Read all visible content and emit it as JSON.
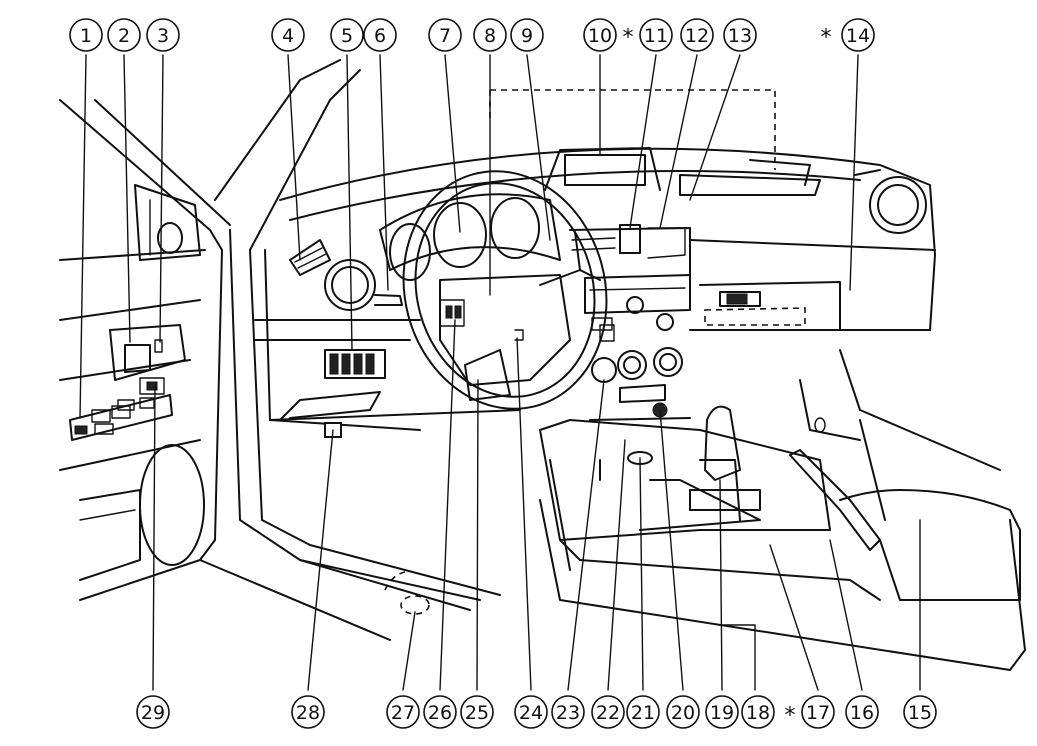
{
  "diagram": {
    "callouts_top": [
      "1",
      "2",
      "3",
      "4",
      "5",
      "6",
      "7",
      "8",
      "9",
      "10",
      "11",
      "12",
      "13",
      "14"
    ],
    "callouts_bottom": [
      "29",
      "28",
      "27",
      "26",
      "25",
      "24",
      "23",
      "22",
      "21",
      "20",
      "19",
      "18",
      "17",
      "16",
      "15"
    ],
    "asterisk": "*"
  }
}
